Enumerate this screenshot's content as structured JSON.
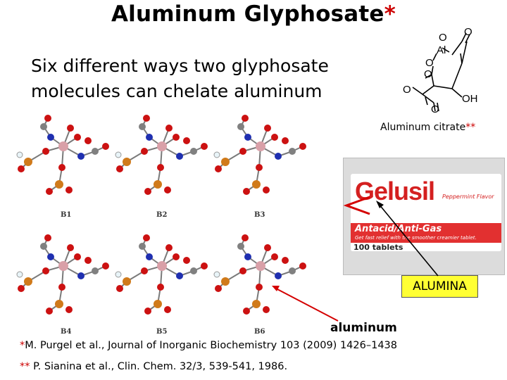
{
  "title": {
    "text": "Aluminum Glyphosate",
    "star": "*"
  },
  "subtitle": {
    "line1": "Six different ways two glyphosate",
    "line2": "molecules can chelate aluminum"
  },
  "structure_labels": [
    "B1",
    "B2",
    "B3",
    "B4",
    "B5",
    "B6"
  ],
  "citrate": {
    "atoms": {
      "o1": "O",
      "al": "Al",
      "o2": "O",
      "o3": "O",
      "o4": "O",
      "o5": "O",
      "o6": "O",
      "oh": "OH"
    },
    "caption": "Aluminum citrate",
    "caption_star": "**"
  },
  "product_box": {
    "brand": "Gelusil",
    "flavor": "Peppermint Flavor",
    "tagline": "Antacid/Anti-Gas",
    "subtag": "Get fast relief with the smoother creamier tablet.",
    "count": "100 tablets"
  },
  "alumina_label": "ALUMINA",
  "aluminum_label": "aluminum",
  "references": {
    "ref1_star": "*",
    "ref1": "M. Purgel et al., Journal of Inorganic Biochemistry 103 (2009) 1426–1438",
    "ref2_star": "**",
    "ref2": "P. Sianina et al., Clin. Chem. 32/3, 539-541, 1986."
  },
  "colors": {
    "oxygen": "#cc1111",
    "carbon": "#808080",
    "nitrogen": "#1f2fb0",
    "phosphorus": "#d07a1a",
    "aluminum": "#d9a0a8",
    "hydrogen": "#e8f4f8",
    "arrow_red": "#d40000",
    "alumina_box": "#ffff33",
    "star": "#cc0000"
  }
}
